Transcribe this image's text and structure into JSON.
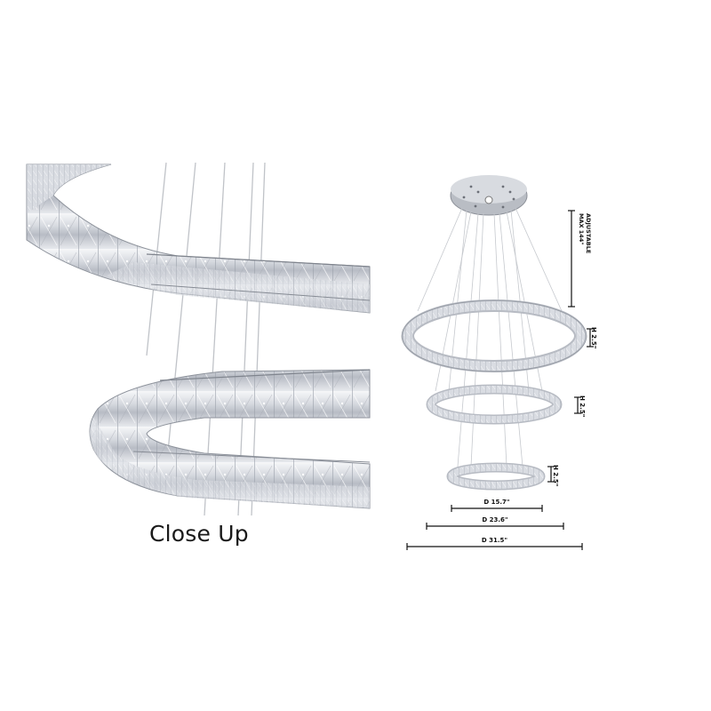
{
  "closeup": {
    "label": "Close Up"
  },
  "diagram": {
    "adjustable_line1": "ADJUSTABLE",
    "adjustable_line2": "MAX 144\"",
    "rings": [
      {
        "name": "large",
        "height_label": "H 2.5\"",
        "diameter_label": "D 31.5\""
      },
      {
        "name": "medium",
        "height_label": "H 2.5\"",
        "diameter_label": "D 23.6\""
      },
      {
        "name": "small",
        "height_label": "H 2.5\"",
        "diameter_label": "D 15.7\""
      }
    ]
  },
  "colors": {
    "background": "#ffffff",
    "crystal_light": "#eceef2",
    "crystal_mid": "#c4c8d0",
    "crystal_dark": "#8a8f99",
    "chrome": "#a7abb3",
    "wire": "#b9bcc2",
    "dimension_line": "#111111"
  }
}
